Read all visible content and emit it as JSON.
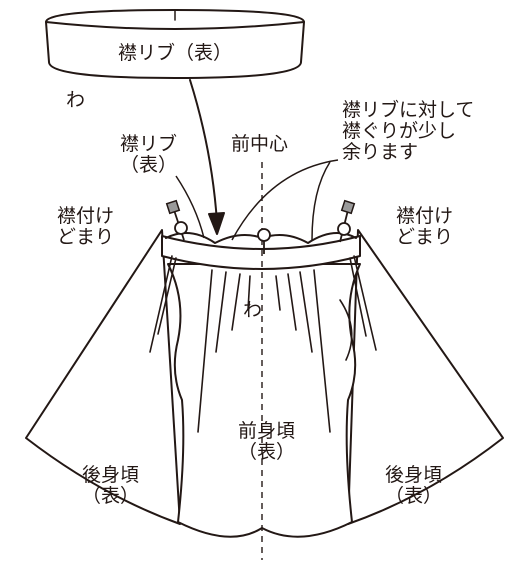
{
  "labels": {
    "collar_rib_top": "襟リブ（表）",
    "fold_mark_top": "わ",
    "collar_rib_left": "襟リブ\n（表）",
    "center_front": "前中心",
    "note": "襟リブに対して\n襟ぐりが少し\n余ります",
    "stop_left": "襟付け\nどまり",
    "stop_right": "襟付け\nどまり",
    "fold_mark_center": "わ",
    "front_body": "前身頃\n（表）",
    "back_body_left": "後身頃\n（表）",
    "back_body_right": "後身頃\n（表）"
  },
  "colors": {
    "line": "#231815",
    "fill": "#ffffff",
    "pin_head": "#9a9a9a"
  }
}
